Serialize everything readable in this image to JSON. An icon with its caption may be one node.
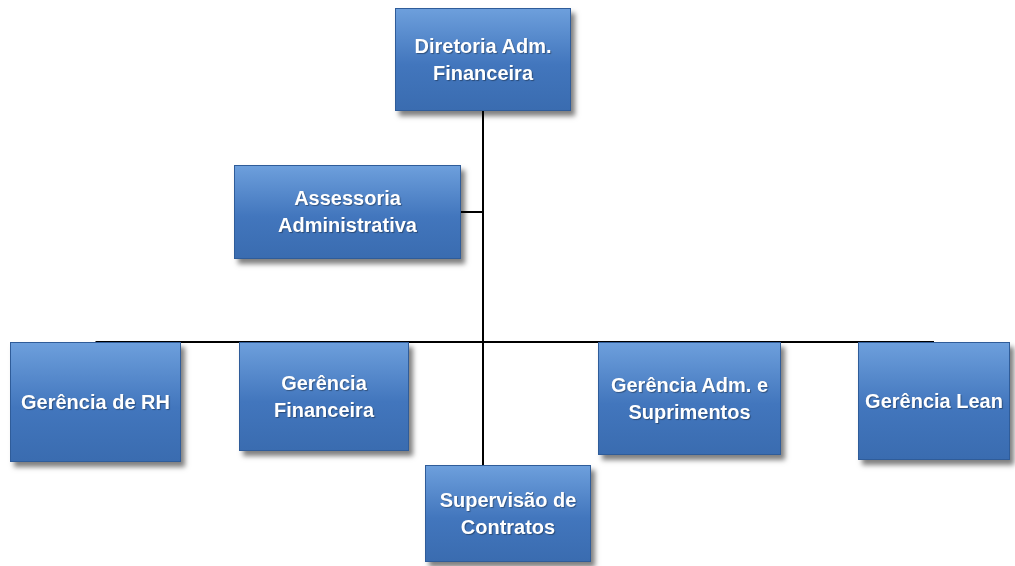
{
  "diagram": {
    "nodes": [
      {
        "text": [
          "Diretoria Adm. Financeira"
        ]
      },
      {
        "text": [
          "Assessoria Administrativa"
        ]
      },
      {
        "text": [
          "Gerência de RH"
        ]
      },
      {
        "text": [
          "Gerência Financeira"
        ]
      },
      {
        "text": [
          "Gerência Adm. e Suprimentos"
        ]
      },
      {
        "text": [
          "Gerência Lean"
        ]
      },
      {
        "text": [
          "Supervisão de Contratos"
        ]
      }
    ],
    "edges": [
      {
        "from": 0,
        "to": 1,
        "arrow": "none"
      },
      {
        "from": 0,
        "to": 2,
        "arrow": "none"
      },
      {
        "from": 0,
        "to": 3,
        "arrow": "none"
      },
      {
        "from": 0,
        "to": 4,
        "arrow": "none"
      },
      {
        "from": 0,
        "to": 5,
        "arrow": "none"
      },
      {
        "from": 0,
        "to": 6,
        "arrow": "none"
      }
    ]
  }
}
